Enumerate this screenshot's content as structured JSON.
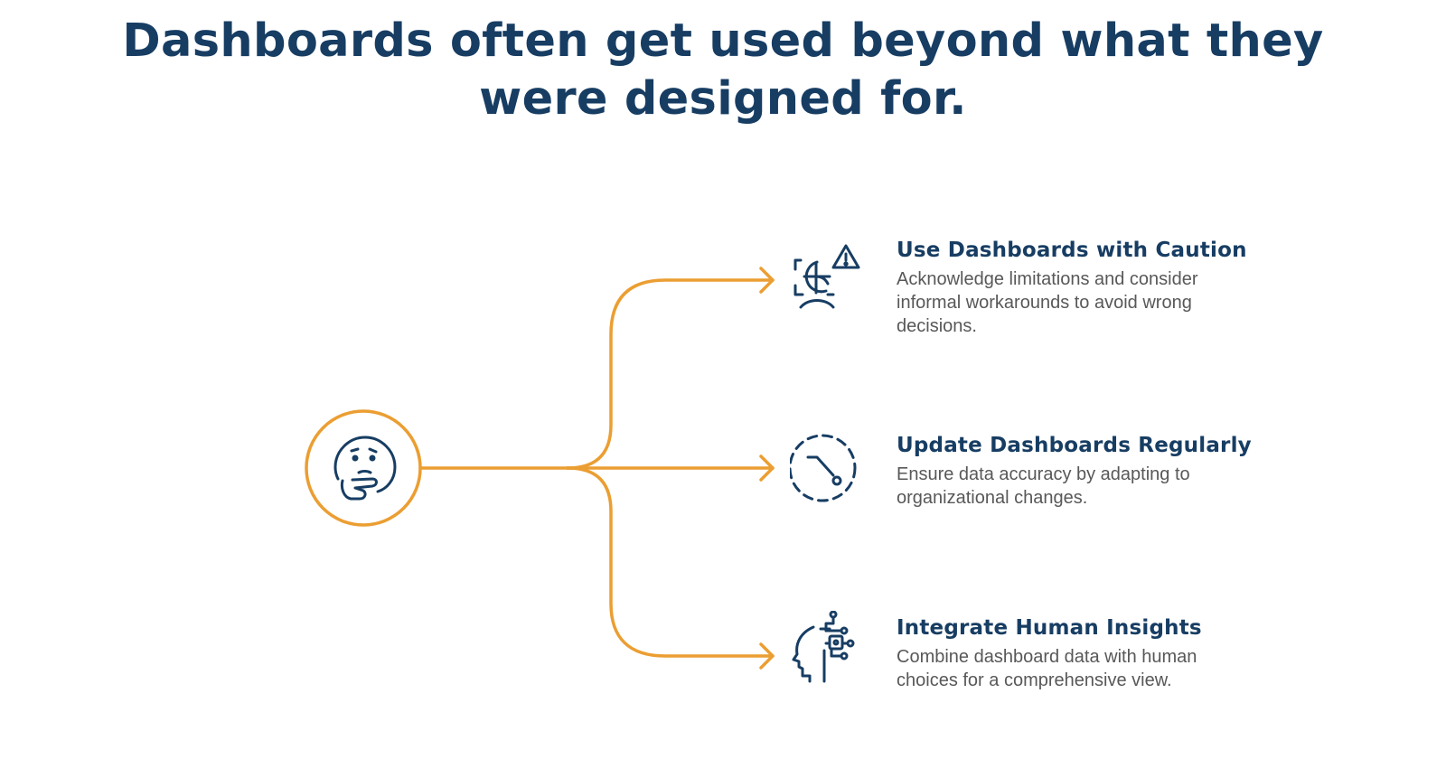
{
  "title_line1": "Dashboards often get used beyond what they",
  "title_line2": "were designed for.",
  "colors": {
    "accent": "#eb9e32",
    "primary": "#173d63",
    "text": "#585858"
  },
  "center_icon": "thinking-face-icon",
  "items": [
    {
      "icon": "dashboard-caution-icon",
      "title": "Use Dashboards with Caution",
      "description": "Acknowledge limitations and consider informal workarounds to avoid wrong decisions."
    },
    {
      "icon": "clock-update-icon",
      "title": "Update Dashboards Regularly",
      "description": "Ensure data accuracy by adapting to organizational changes."
    },
    {
      "icon": "human-insights-icon",
      "title": "Integrate Human Insights",
      "description": "Combine dashboard data with human choices for a comprehensive view."
    }
  ]
}
